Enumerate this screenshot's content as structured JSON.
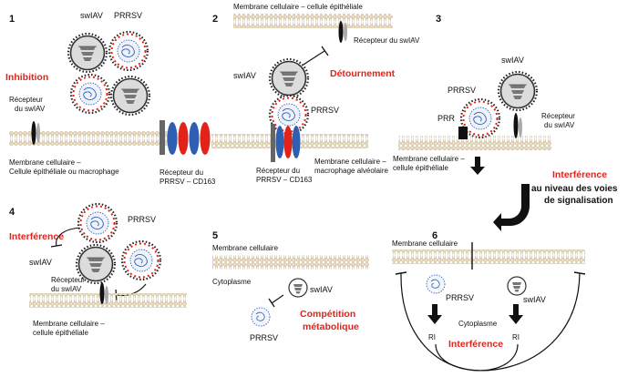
{
  "panel_numbers": [
    "1",
    "2",
    "3",
    "4",
    "5",
    "6"
  ],
  "panel1": {
    "swiav": "swIAV",
    "prrsv": "PRRSV",
    "mechanism": "Inhibition",
    "receptor_swiav_line1": "Récepteur",
    "receptor_swiav_line2": "du swIAV",
    "membrane_line1": "Membrane cellulaire –",
    "membrane_line2": "Cellule épithéliale ou macrophage",
    "receptor_prrsv_line1": "Récepteur du",
    "receptor_prrsv_line2": "PRRSV – CD163"
  },
  "panel2": {
    "membrane_top": "Membrane cellulaire – cellule épithéliale",
    "receptor_swiav": "Récepteur du swIAV",
    "swiav": "swIAV",
    "mechanism": "Détournement",
    "prrsv": "PRRSV",
    "receptor_prrsv_line1": "Récepteur du",
    "receptor_prrsv_line2": "PRRSV – CD163",
    "membrane_line1": "Membrane cellulaire –",
    "membrane_line2": "macrophage alvéolaire"
  },
  "panel3": {
    "swiav": "swIAV",
    "prrsv": "PRRSV",
    "prr": "PRR",
    "receptor_line1": "Récepteur",
    "receptor_line2": "du swIAV",
    "membrane_line1": "Membrane cellulaire –",
    "membrane_line2": "cellule épithéliale",
    "interference_title": "Interférence",
    "interference_line2": "au niveau des voies",
    "interference_line3": "de signalisation"
  },
  "panel4": {
    "mechanism": "Interférence",
    "prrsv": "PRRSV",
    "swiav": "swIAV",
    "receptor_line1": "Récepteur",
    "receptor_line2": "du swIAV",
    "membrane_line1": "Membrane cellulaire –",
    "membrane_line2": "cellule épithéliale"
  },
  "panel5": {
    "membrane": "Membrane cellulaire",
    "cytoplasm": "Cytoplasme",
    "swiav": "swIAV",
    "prrsv": "PRRSV",
    "mechanism_line1": "Compétition",
    "mechanism_line2": "métabolique"
  },
  "panel6": {
    "membrane": "Membrane cellulaire",
    "prrsv": "PRRSV",
    "swiav": "swIAV",
    "cytoplasm": "Cytoplasme",
    "ri_left": "RI",
    "ri_right": "RI",
    "mechanism": "Interférence"
  },
  "colors": {
    "mechanism_red": "#e2231a",
    "membrane": "#d9c9a3",
    "receptor_blue": "#2f5fb3",
    "receptor_red": "#e2231a"
  }
}
